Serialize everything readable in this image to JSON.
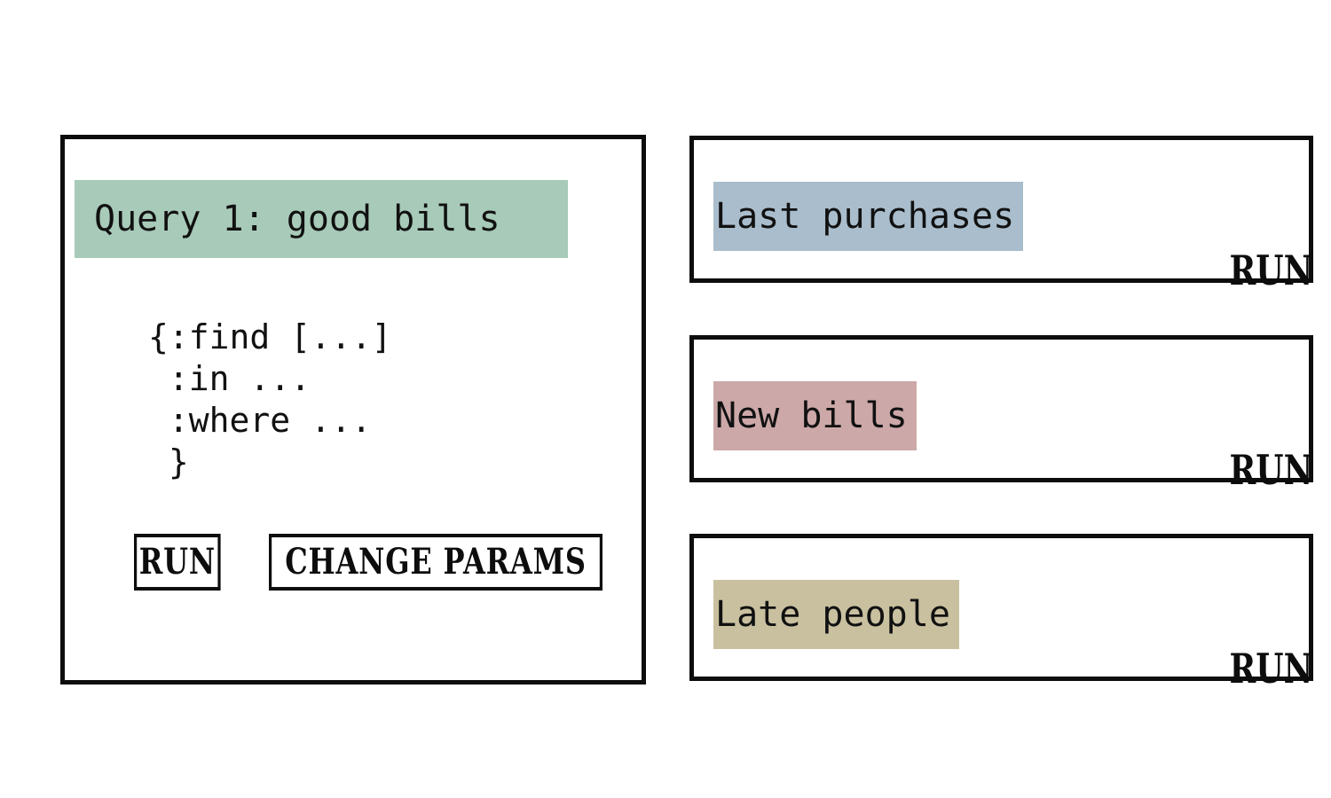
{
  "editor": {
    "title": "Query 1: good bills",
    "title_highlight": "#a8cab9",
    "code": "{:find [...]\n :in ...\n :where ...\n }",
    "buttons": [
      {
        "name": "run",
        "label": "RUN"
      },
      {
        "name": "change-params",
        "label": "CHANGE PARAMS"
      }
    ]
  },
  "saved_queries": [
    {
      "title": "Last purchases",
      "highlight": "#a9bdcc",
      "run_label": "RUN"
    },
    {
      "title": "New bills",
      "highlight": "#cda8a8",
      "run_label": "RUN"
    },
    {
      "title": "Late people",
      "highlight": "#c9c0a0",
      "run_label": "RUN"
    }
  ],
  "colors": {
    "ink": "#0d0d0d",
    "paper": "#ffffff"
  }
}
